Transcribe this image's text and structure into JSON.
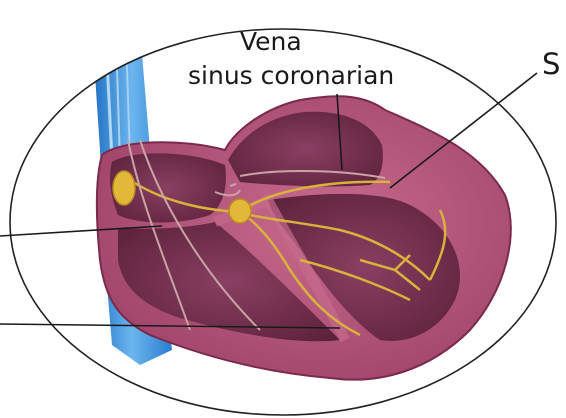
{
  "labels": {
    "vena": "Vena",
    "sinus_coronarian": "sinus coronarian",
    "partial_right": "S"
  },
  "colors": {
    "vessel_blue": "#3b8fd6",
    "heart_pink": "#b5557a",
    "chamber_dark": "#6a2a46",
    "conduction_yellow": "#d8b23a",
    "node_yellow": "#e2b83a",
    "leader_line": "#1a1a1a"
  }
}
